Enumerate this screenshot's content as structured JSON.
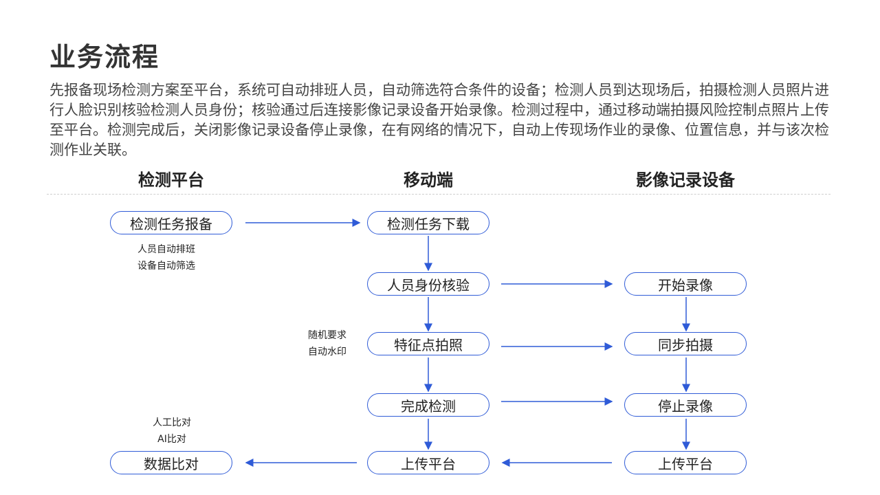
{
  "title": "业务流程",
  "description": "先报备现场检测方案至平台，系统可自动排班人员，自动筛选符合条件的设备；检测人员到达现场后，拍摄检测人员照片进行人脸识别核验检测人员身份；核验通过后连接影像记录设备开始录像。检测过程中，通过移动端拍摄风险控制点照片上传至平台。检测完成后，关闭影像记录设备停止录像，在有网络的情况下，自动上传现场作业的录像、位置信息，并与该次检测作业关联。",
  "columns": {
    "platform": "检测平台",
    "mobile": "移动端",
    "device": "影像记录设备"
  },
  "nodes": {
    "task_report": "检测任务报备",
    "task_download": "检测任务下载",
    "identity_verify": "人员身份核验",
    "start_record": "开始录像",
    "photo_capture": "特征点拍照",
    "sync_capture": "同步拍摄",
    "finish_check": "完成检测",
    "stop_record": "停止录像",
    "mobile_upload": "上传平台",
    "device_upload": "上传平台",
    "data_compare": "数据比对"
  },
  "notes": {
    "auto": [
      "人员自动排班",
      "设备自动筛选"
    ],
    "random": [
      "随机要求",
      "自动水印"
    ],
    "compare": [
      "人工比对",
      "AI比对"
    ]
  },
  "colors": {
    "accent": "#2f5bd7",
    "divider": "#cfcfcf"
  }
}
